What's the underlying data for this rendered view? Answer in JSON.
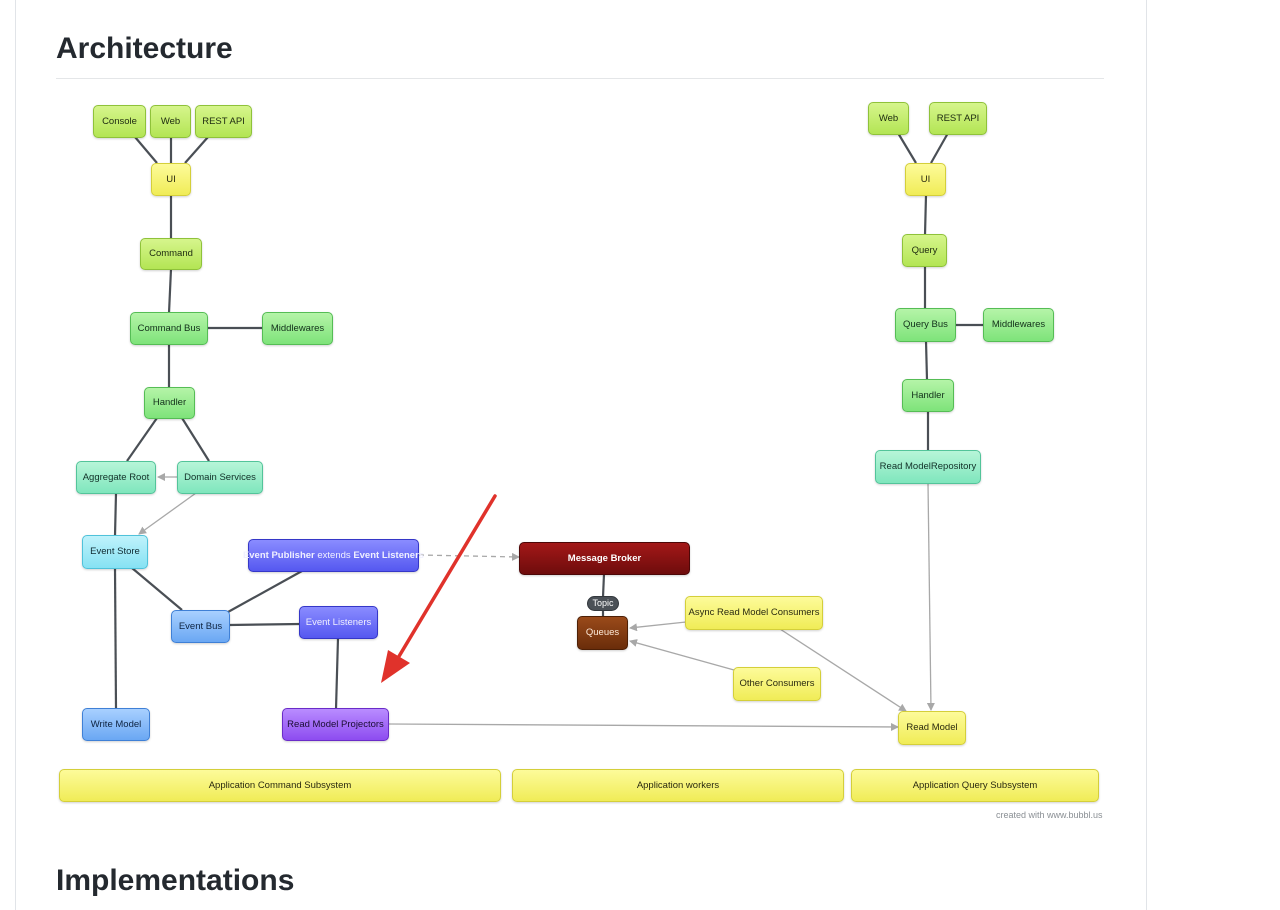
{
  "headings": {
    "architecture": "Architecture",
    "implementations": "Implementations"
  },
  "nodes": {
    "console": "Console",
    "web_left": "Web",
    "rest_api_left": "REST API",
    "ui_left": "UI",
    "command": "Command",
    "command_bus": "Command Bus",
    "middlewares_left": "Middlewares",
    "handler_left": "Handler",
    "aggregate_root": "Aggregate Root",
    "domain_services": "Domain Services",
    "event_store": "Event Store",
    "event_publisher": {
      "part1": "Event Publisher",
      "part2": " extends ",
      "part3": "Event Listeners"
    },
    "event_bus": "Event Bus",
    "event_listeners": "Event Listeners",
    "write_model": "Write Model",
    "read_model_projectors": "Read Model Projectors",
    "message_broker": "Message Broker",
    "topic": "Topic",
    "queues": "Queues",
    "async_read_model_consumers": "Async Read Model Consumers",
    "other_consumers": "Other Consumers",
    "read_model": "Read Model",
    "web_right": "Web",
    "rest_api_right": "REST API",
    "ui_right": "UI",
    "query": "Query",
    "query_bus": "Query Bus",
    "middlewares_right": "Middlewares",
    "handler_right": "Handler",
    "read_model_repository": "Read ModelRepository"
  },
  "subsystems": {
    "command": "Application Command Subsystem",
    "workers": "Application workers",
    "query": "Application Query Subsystem"
  },
  "credit": "created with www.bubbl.us",
  "colors": {
    "line": "#4a4f55",
    "arrow": "#a8a8a8",
    "annotation_arrow": "#e0322b"
  }
}
